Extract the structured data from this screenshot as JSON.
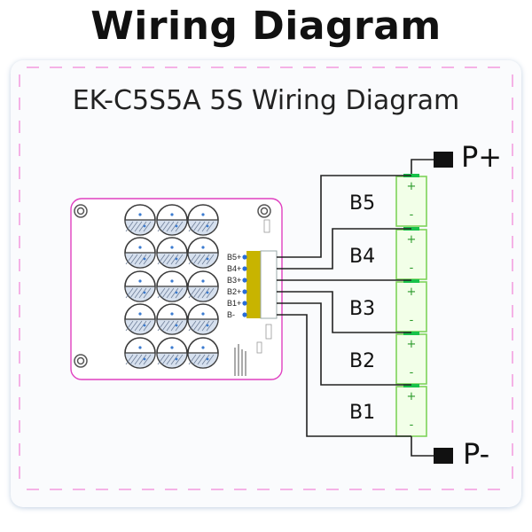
{
  "page": {
    "title": "Wiring Diagram"
  },
  "diagram": {
    "title": "EK-C5S5A  5S Wiring Diagram",
    "pins": [
      "B5+",
      "B4+",
      "B3+",
      "B2+",
      "B1+",
      "B-"
    ],
    "cells": [
      "B5",
      "B4",
      "B3",
      "B2",
      "B1"
    ],
    "terminals": {
      "positive": "P+",
      "negative": "P-"
    },
    "cell_symbols": {
      "plus": "+",
      "minus": "-"
    },
    "colors": {
      "board_outline": "#e040c0",
      "battery_border": "#7ed35a",
      "battery_fill": "#f2ffe8",
      "connector": "#c8b400",
      "wire": "#222222",
      "terminal_block": "#111111"
    }
  }
}
